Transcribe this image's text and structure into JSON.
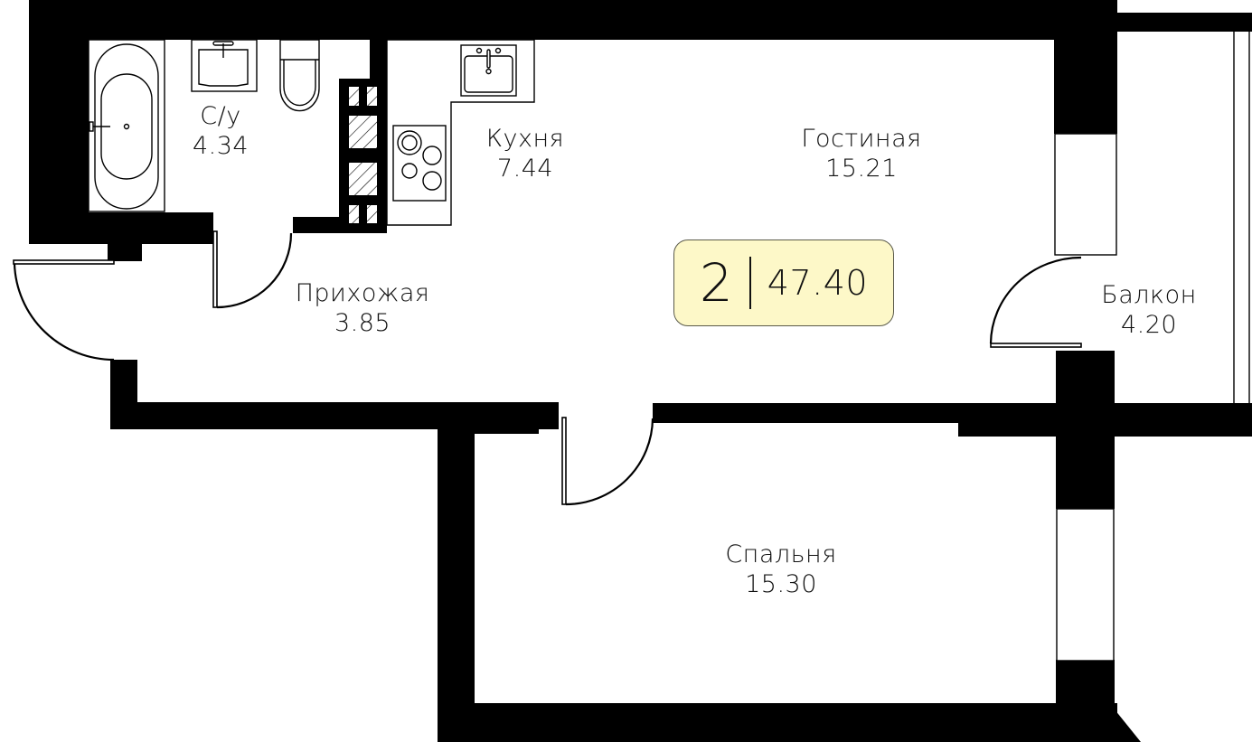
{
  "plan": {
    "rooms": [
      {
        "id": "bathroom",
        "name": "С/у",
        "area": "4.34"
      },
      {
        "id": "kitchen",
        "name": "Кухня",
        "area": "7.44"
      },
      {
        "id": "living-room",
        "name": "Гостиная",
        "area": "15.21"
      },
      {
        "id": "hallway",
        "name": "Прихожая",
        "area": "3.85"
      },
      {
        "id": "balcony",
        "name": "Балкон",
        "area": "4.20"
      },
      {
        "id": "bedroom",
        "name": "Спальня",
        "area": "15.30"
      }
    ],
    "summary": {
      "rooms_count": "2",
      "total_area": "47.40"
    },
    "colors": {
      "badge_background": "#fdf8c8",
      "badge_border": "#5a5a4a",
      "walls": "#000000",
      "background": "#ffffff"
    },
    "icons": [
      "bathtub-icon",
      "bathroom-sink-icon",
      "toilet-icon",
      "kitchen-sink-icon",
      "cooktop-icon",
      "ventilation-shaft-icon"
    ]
  }
}
